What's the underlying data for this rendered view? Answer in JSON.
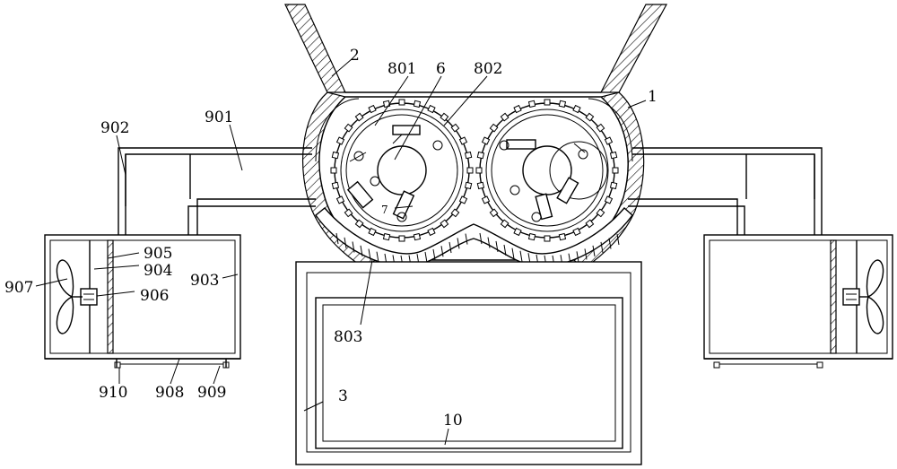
{
  "labels": {
    "l1": "1",
    "l2": "2",
    "l3": "3",
    "l6": "6",
    "l7": "7",
    "l10": "10",
    "l801": "801",
    "l802": "802",
    "l803": "803",
    "l901": "901",
    "l902": "902",
    "l903": "903",
    "l904": "904",
    "l905": "905",
    "l906": "906",
    "l907": "907",
    "l908": "908",
    "l909": "909",
    "l910": "910"
  }
}
